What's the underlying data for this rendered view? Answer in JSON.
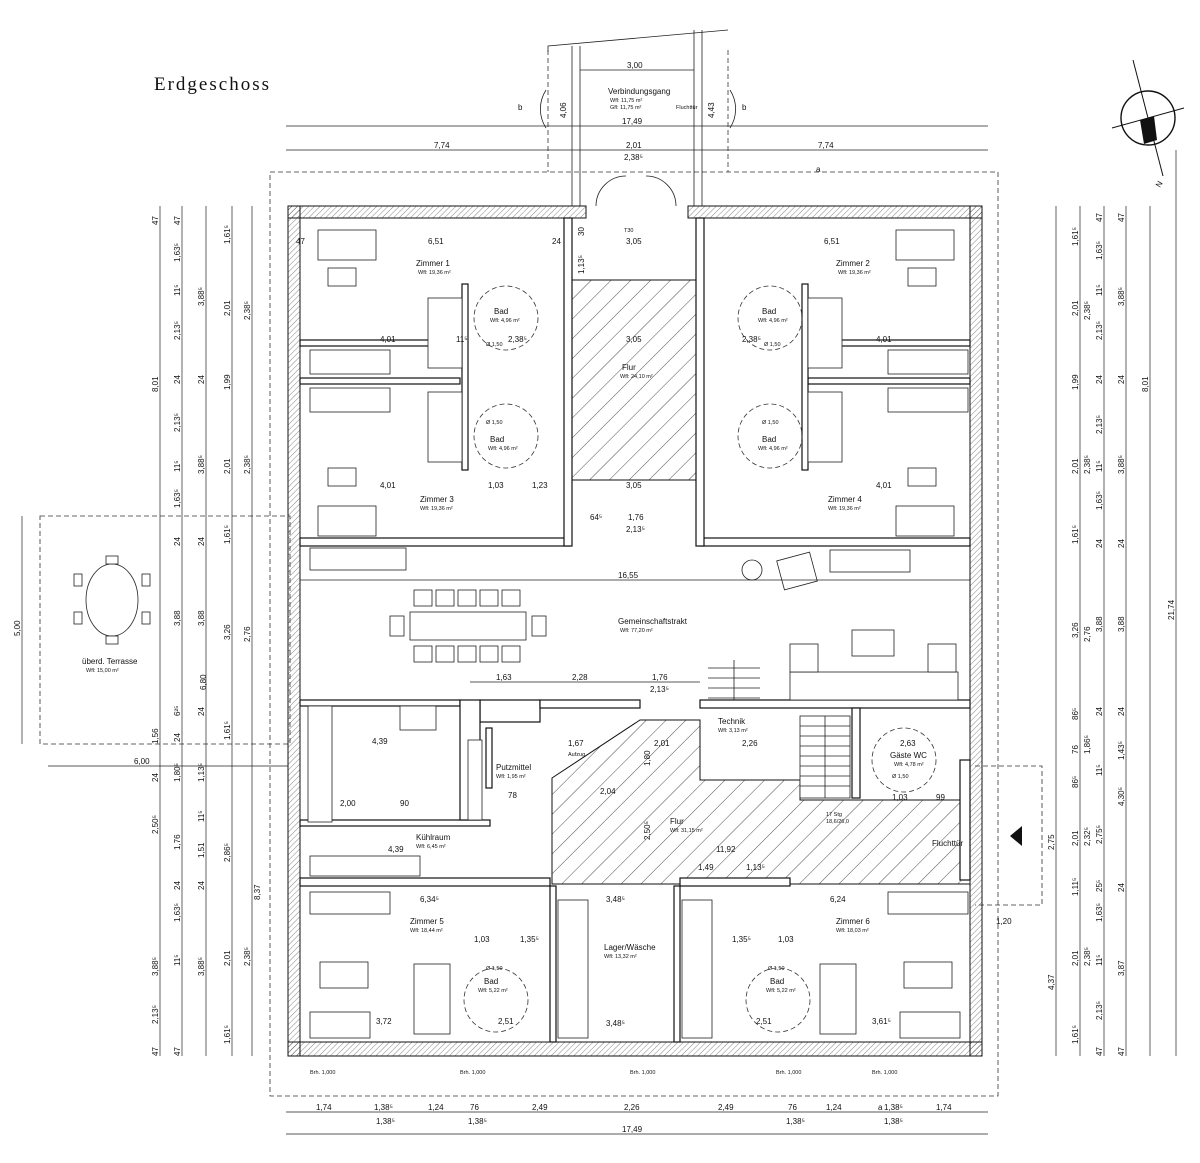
{
  "title": "Erdgeschoss",
  "rooms": {
    "verbindungsgang": {
      "name": "Verbindungsgang",
      "area1": "Wfl: 11,75 m²",
      "area2": "Gfl: 11,75 m²",
      "exit": "Fluchttür"
    },
    "zimmer1": {
      "name": "Zimmer 1",
      "area": "Wfl: 19,36 m²"
    },
    "zimmer2": {
      "name": "Zimmer 2",
      "area": "Wfl: 19,36 m²"
    },
    "zimmer3": {
      "name": "Zimmer 3",
      "area": "Wfl: 19,36 m²"
    },
    "zimmer4": {
      "name": "Zimmer 4",
      "area": "Wfl: 19,36 m²"
    },
    "zimmer5": {
      "name": "Zimmer 5",
      "area": "Wfl: 18,44 m²"
    },
    "zimmer6": {
      "name": "Zimmer 6",
      "area": "Wfl: 18,03 m²"
    },
    "bad1": {
      "name": "Bad",
      "area": "Wfl: 4,96 m²"
    },
    "bad2": {
      "name": "Bad",
      "area": "Wfl: 4,96 m²"
    },
    "bad3": {
      "name": "Bad",
      "area": "Wfl: 4,96 m²"
    },
    "bad4": {
      "name": "Bad",
      "area": "Wfl: 4,96 m²"
    },
    "bad5": {
      "name": "Bad",
      "area": "Wfl: 5,22 m²"
    },
    "bad6": {
      "name": "Bad",
      "area": "Wfl: 5,22 m²"
    },
    "flur_oben": {
      "name": "Flur",
      "area": "Wfl: 24,10 m²"
    },
    "gemeinschaft": {
      "name": "Gemeinschaftstrakt",
      "area": "Wfl: 77,20 m²"
    },
    "terrasse": {
      "name": "überd. Terrasse",
      "area": "Wfl: 15,00 m²"
    },
    "putzmittel": {
      "name": "Putzmittel",
      "area": "Wfl: 1,95 m²"
    },
    "aufzug": {
      "name": "Aufzug",
      "area": "1,67"
    },
    "technik": {
      "name": "Technik",
      "area": "Wfl: 3,13 m²"
    },
    "gaeste_wc": {
      "name": "Gäste WC",
      "area": "Wfl: 4,78 m²",
      "size": "2,63"
    },
    "kuehlraum": {
      "name": "Kühlraum",
      "area": "Wfl: 6,45 m²"
    },
    "flur_unten": {
      "name": "Flur",
      "area": "Wfl: 31,15 m²"
    },
    "lager": {
      "name": "Lager/Wäsche",
      "area": "Wfl: 13,32 m²"
    },
    "stair": {
      "name": "17 Stg",
      "ratio": "18,6/26,0"
    },
    "fluchttuer": {
      "name": "Fluchttür"
    }
  },
  "labels": {
    "section_b": "b",
    "section_a": "a",
    "north": "N",
    "brh": "Brh. 1,000",
    "d150": "Ø 1,50",
    "t30": "T30"
  },
  "dims": {
    "top": [
      "3,00",
      "17,49",
      "7,74",
      "2,01",
      "2,38⁵",
      "7,74",
      "4,06",
      "4,43"
    ],
    "bottom_row1": [
      "1,74",
      "1,38⁵",
      "1,24",
      "76",
      "2,49",
      "2,26",
      "2,49",
      "76",
      "1,24",
      "1,38⁵",
      "1,74"
    ],
    "bottom_row2": [
      "1,38⁵",
      "1,38⁵",
      "1,38⁵",
      "1,38⁵"
    ],
    "bottom_total": "17,49",
    "left_col1": [
      "47",
      "1,63⁵",
      "11⁵",
      "2,13⁵",
      "24",
      "2,13⁵",
      "11⁵",
      "1,63⁵",
      "24",
      "3,88",
      "6²⁵",
      "24",
      "1,80⁵",
      "24",
      "2,50⁵",
      "1,76",
      "24",
      "1,63⁵",
      "11⁵",
      "3,88⁵",
      "2,13⁵",
      "47"
    ],
    "left_col2": [
      "47",
      "3,88⁵",
      "24",
      "3,88⁵",
      "24",
      "3,88",
      "24",
      "1,13⁵",
      "11⁵",
      "1,51",
      "24",
      "3,88⁵",
      "47"
    ],
    "left_col3": [
      "1,61⁵",
      "2,01",
      "1,99",
      "2,01",
      "1,61⁵",
      "3,26",
      "1,61⁵",
      "2,86⁵",
      "2,01",
      "1,61⁵"
    ],
    "left_col4": [
      "2,38⁵",
      "2,38⁵",
      "2,76",
      "2,38⁵"
    ],
    "left_big": [
      "8,01",
      "6,80",
      "8,37",
      "5,00"
    ],
    "right_col1": [
      "1,61⁵",
      "2,01",
      "1,99",
      "2,01",
      "1,61⁵",
      "3,26",
      "86⁵",
      "76",
      "86⁵",
      "2,01",
      "1,11⁵",
      "2,01",
      "1,61⁵"
    ],
    "right_col2": [
      "2,38⁵",
      "2,38⁵",
      "2,76",
      "1,86⁵",
      "2,32⁵",
      "2,38⁵"
    ],
    "right_col3": [
      "47",
      "1,63⁵",
      "11⁵",
      "2,13⁵",
      "24",
      "2,13⁵",
      "11⁵",
      "1,63⁵",
      "24",
      "3,88",
      "24",
      "11⁵",
      "2,75⁵",
      "25⁵",
      "1,63⁵",
      "11⁵",
      "2,13⁵",
      "47"
    ],
    "right_col4": [
      "47",
      "3,88⁵",
      "24",
      "3,88⁵",
      "24",
      "3,88",
      "24",
      "1,43⁵",
      "4,30⁵",
      "24",
      "3,87",
      "47"
    ],
    "right_big": [
      "8,01",
      "21,74",
      "2,75",
      "4,37"
    ],
    "inner": {
      "z1_w": "6,51",
      "z2_w": "6,51",
      "flur_w": "3,05",
      "flur_w2": "3,05",
      "flur_w3": "3,05",
      "z1_d": "4,01",
      "z2_d": "4,01",
      "z3_d": "4,01",
      "z4_d": "4,01",
      "bad_w": "2,38⁵",
      "w103": "1,03",
      "w123": "1,23",
      "w176": "1,76",
      "w213": "2,13⁵",
      "gem_w": "16,55",
      "w163": "1,63",
      "w228": "2,28",
      "w176b": "1,76",
      "w213b": "2,13⁵",
      "w439": "4,39",
      "w200": "2,00",
      "w90": "90",
      "w439b": "4,39",
      "w634": "6,34⁵",
      "w624": "6,24",
      "w348": "3,48⁵",
      "w348b": "3,48⁵",
      "w372": "3,72",
      "w361": "3,61⁵",
      "w251": "2,51",
      "w251b": "2,51",
      "w135": "1,35⁵",
      "w103b": "1,03",
      "w135b": "1,35⁵",
      "w103c": "1,03",
      "w201": "2,01",
      "w180": "1,80",
      "w204": "2,04",
      "w250": "2,50⁵",
      "w1192": "11,92",
      "w149": "1,49",
      "w113": "1,13⁵",
      "w226": "2,26",
      "w103d": "1,03",
      "w99": "99",
      "w600": "6,00",
      "w156": "1,56",
      "w120": "1,20",
      "w78": "78",
      "w24": "24",
      "w47": "47",
      "w30": "30",
      "w11": "11⁵",
      "w64": "64⁵",
      "w113b": "1,13⁵"
    }
  }
}
